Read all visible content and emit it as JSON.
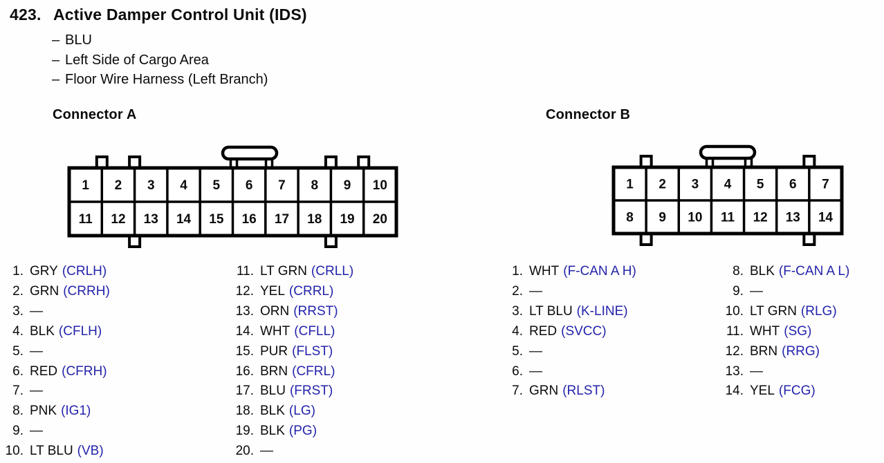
{
  "page": {
    "item_number": "423.",
    "title": "Active Damper Control Unit (IDS)",
    "details": [
      {
        "dash": "–",
        "text": "BLU"
      },
      {
        "dash": "–",
        "text": "Left Side of Cargo Area"
      },
      {
        "dash": "–",
        "text": "Floor Wire Harness (Left Branch)"
      }
    ]
  },
  "colors": {
    "signal_blue": "#2323ab",
    "text_black": "#0b0b0b",
    "line_black": "#000000"
  },
  "connectors": [
    {
      "id": "A",
      "heading": "Connector A",
      "grid_rows": [
        [
          "1",
          "2",
          "3",
          "4",
          "5",
          "6",
          "7",
          "8",
          "9",
          "10"
        ],
        [
          "11",
          "12",
          "13",
          "14",
          "15",
          "16",
          "17",
          "18",
          "19",
          "20"
        ]
      ],
      "pin_columns": [
        [
          {
            "n": "1.",
            "wire": "GRY",
            "signal": "(CRLH)"
          },
          {
            "n": "2.",
            "wire": "GRN",
            "signal": "(CRRH)"
          },
          {
            "n": "3.",
            "wire": "—",
            "signal": ""
          },
          {
            "n": "4.",
            "wire": "BLK",
            "signal": "(CFLH)"
          },
          {
            "n": "5.",
            "wire": "—",
            "signal": ""
          },
          {
            "n": "6.",
            "wire": "RED",
            "signal": "(CFRH)"
          },
          {
            "n": "7.",
            "wire": "—",
            "signal": ""
          },
          {
            "n": "8.",
            "wire": "PNK",
            "signal": "(IG1)"
          },
          {
            "n": "9.",
            "wire": "—",
            "signal": ""
          },
          {
            "n": "10.",
            "wire": "LT BLU",
            "signal": "(VB)"
          }
        ],
        [
          {
            "n": "11.",
            "wire": "LT GRN",
            "signal": "(CRLL)"
          },
          {
            "n": "12.",
            "wire": "YEL",
            "signal": "(CRRL)"
          },
          {
            "n": "13.",
            "wire": "ORN",
            "signal": "(RRST)"
          },
          {
            "n": "14.",
            "wire": "WHT",
            "signal": "(CFLL)"
          },
          {
            "n": "15.",
            "wire": "PUR",
            "signal": "(FLST)"
          },
          {
            "n": "16.",
            "wire": "BRN",
            "signal": "(CFRL)"
          },
          {
            "n": "17.",
            "wire": "BLU",
            "signal": "(FRST)"
          },
          {
            "n": "18.",
            "wire": "BLK",
            "signal": "(LG)"
          },
          {
            "n": "19.",
            "wire": "BLK",
            "signal": "(PG)"
          },
          {
            "n": "20.",
            "wire": "—",
            "signal": ""
          }
        ]
      ]
    },
    {
      "id": "B",
      "heading": "Connector B",
      "grid_rows": [
        [
          "1",
          "2",
          "3",
          "4",
          "5",
          "6",
          "7"
        ],
        [
          "8",
          "9",
          "10",
          "11",
          "12",
          "13",
          "14"
        ]
      ],
      "pin_columns": [
        [
          {
            "n": "1.",
            "wire": "WHT",
            "signal": "(F-CAN A H)"
          },
          {
            "n": "2.",
            "wire": "—",
            "signal": ""
          },
          {
            "n": "3.",
            "wire": "LT BLU",
            "signal": "(K-LINE)"
          },
          {
            "n": "4.",
            "wire": "RED",
            "signal": "(SVCC)"
          },
          {
            "n": "5.",
            "wire": "—",
            "signal": ""
          },
          {
            "n": "6.",
            "wire": "—",
            "signal": ""
          },
          {
            "n": "7.",
            "wire": "GRN",
            "signal": "(RLST)"
          }
        ],
        [
          {
            "n": "8.",
            "wire": "BLK",
            "signal": "(F-CAN A L)"
          },
          {
            "n": "9.",
            "wire": "—",
            "signal": ""
          },
          {
            "n": "10.",
            "wire": "LT GRN",
            "signal": "(RLG)"
          },
          {
            "n": "11.",
            "wire": "WHT",
            "signal": "(SG)"
          },
          {
            "n": "12.",
            "wire": "BRN",
            "signal": "(RRG)"
          },
          {
            "n": "13.",
            "wire": "—",
            "signal": ""
          },
          {
            "n": "14.",
            "wire": "YEL",
            "signal": "(FCG)"
          }
        ]
      ]
    }
  ]
}
